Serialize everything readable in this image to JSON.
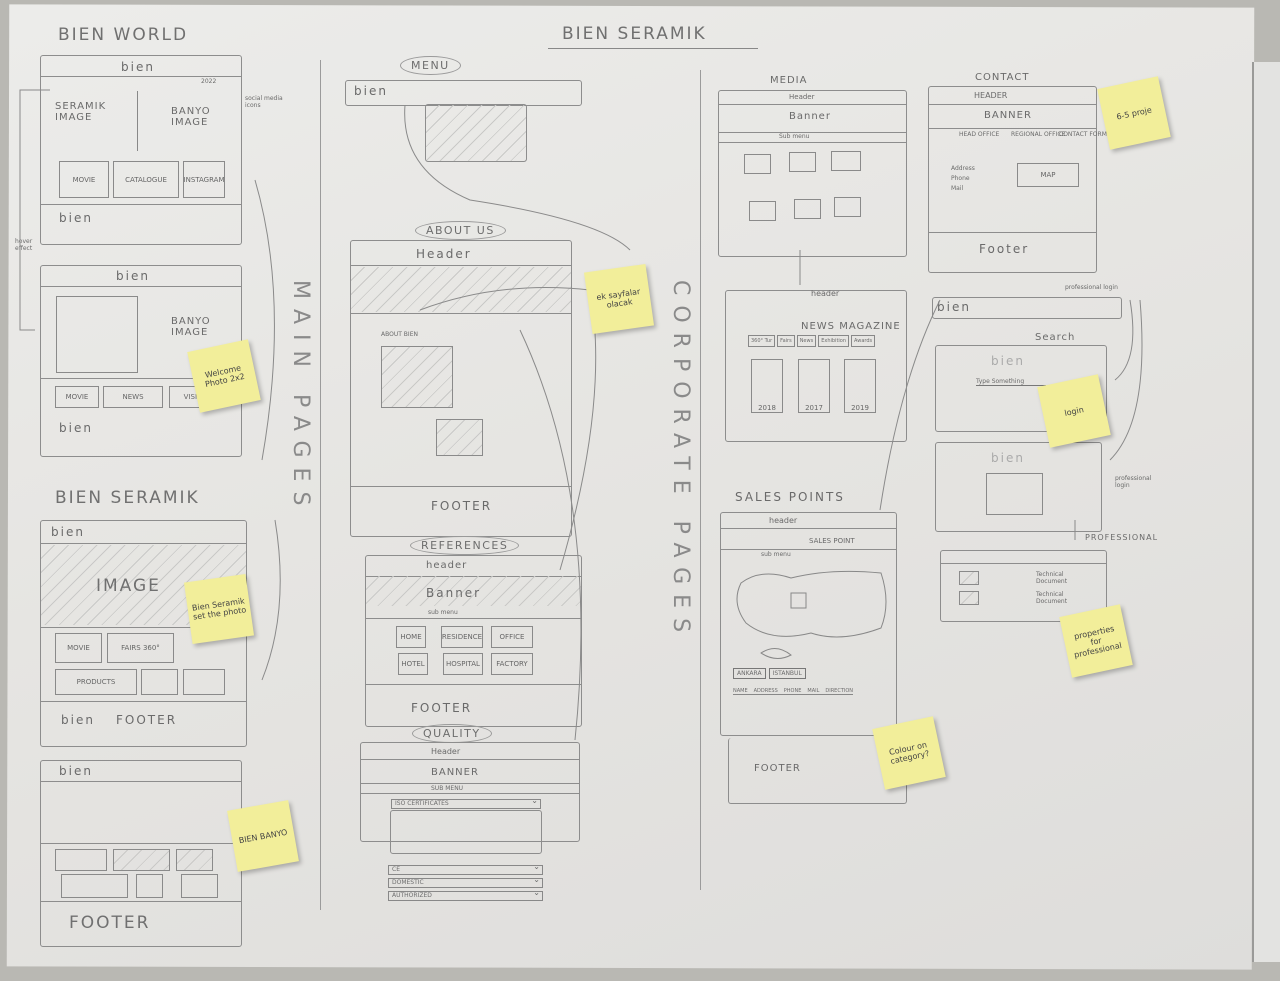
{
  "board_title": "BIEN SERAMIK",
  "side_labels": {
    "main_pages": "MAIN PAGES",
    "corporate_pages": "CORPORATE PAGES"
  },
  "bien_world": {
    "title": "BIEN WORLD",
    "logo": "bien",
    "left_image": "SERAMIK IMAGE",
    "right_image": "BANYO IMAGE",
    "tiles": [
      "MOVIE",
      "CATALOGUE",
      "INSTAGRAM"
    ],
    "year": "2022",
    "note_social": "social media icons",
    "note_hover": "hover effect"
  },
  "bien_banyo_home": {
    "logo": "bien",
    "image": "BANYO IMAGE",
    "tiles": [
      "MOVIE",
      "NEWS",
      "VISIT"
    ]
  },
  "bien_seramik": {
    "title": "BIEN SERAMIK",
    "logo": "bien",
    "image": "IMAGE",
    "tiles": [
      "MOVIE",
      "FAIRS 360°",
      "PRODUCTS"
    ],
    "footer": "FOOTER"
  },
  "bien_banyo": {
    "logo": "bien",
    "footer": "FOOTER"
  },
  "menu": {
    "title": "MENU",
    "logo": "bien"
  },
  "about_us": {
    "title": "ABOUT US",
    "header": "Header",
    "section": "ABOUT BIEN",
    "footer": "FOOTER"
  },
  "references": {
    "title": "REFERENCES",
    "header": "header",
    "banner": "Banner",
    "submenu": "sub menu",
    "tiles": [
      "HOME",
      "RESIDENCE",
      "OFFICE",
      "HOTEL",
      "HOSPITAL",
      "FACTORY"
    ],
    "footer": "FOOTER"
  },
  "quality": {
    "title": "QUALITY",
    "header": "Header",
    "banner": "BANNER",
    "submenu": "SUB MENU",
    "certs": "ISO CERTIFICATES",
    "dropdowns": [
      "CE",
      "DOMESTIC",
      "AUTHORIZED"
    ]
  },
  "media": {
    "title": "MEDIA",
    "header": "Header",
    "banner": "Banner",
    "submenu": "Sub menu"
  },
  "contact": {
    "title": "CONTACT",
    "header": "HEADER",
    "banner": "BANNER",
    "tabs": [
      "HEAD OFFICE",
      "REGIONAL OFFICE",
      "CONTACT FORM"
    ],
    "fields": [
      "Address",
      "Phone",
      "Mail"
    ],
    "map": "MAP",
    "footer": "Footer"
  },
  "news": {
    "header": "header",
    "title": "NEWS MAGAZINE",
    "tabs": [
      "360° Tur",
      "Fairs",
      "News",
      "Exhibition",
      "Awards"
    ],
    "cards": [
      "2018",
      "2017",
      "2019"
    ]
  },
  "sales_points": {
    "title": "SALES POINTS",
    "header": "header",
    "banner": "SALES POINT",
    "submenu": "sub menu",
    "tabs": [
      "ANKARA",
      "ISTANBUL"
    ],
    "columns": [
      "NAME",
      "ADDRESS",
      "PHONE",
      "MAIL",
      "DIRECTION"
    ],
    "footer": "FOOTER"
  },
  "header_bar": {
    "logo": "bien",
    "note": "professional login"
  },
  "search": {
    "title": "Search",
    "logo": "bien",
    "placeholder": "Type Something"
  },
  "login": {
    "logo": "bien",
    "note": "professional login"
  },
  "professional": {
    "title": "PROFESSIONAL",
    "docs": [
      "Technical Document",
      "Technical Document"
    ]
  },
  "stickies": [
    {
      "text": "Welcome Photo 2x2"
    },
    {
      "text": "Bien Seramik set the photo"
    },
    {
      "text": "BIEN BANYO"
    },
    {
      "text": "ek sayfalar olacak"
    },
    {
      "text": "6-5 proje"
    },
    {
      "text": "login"
    },
    {
      "text": "properties for professional"
    },
    {
      "text": "Colour on category?"
    }
  ]
}
